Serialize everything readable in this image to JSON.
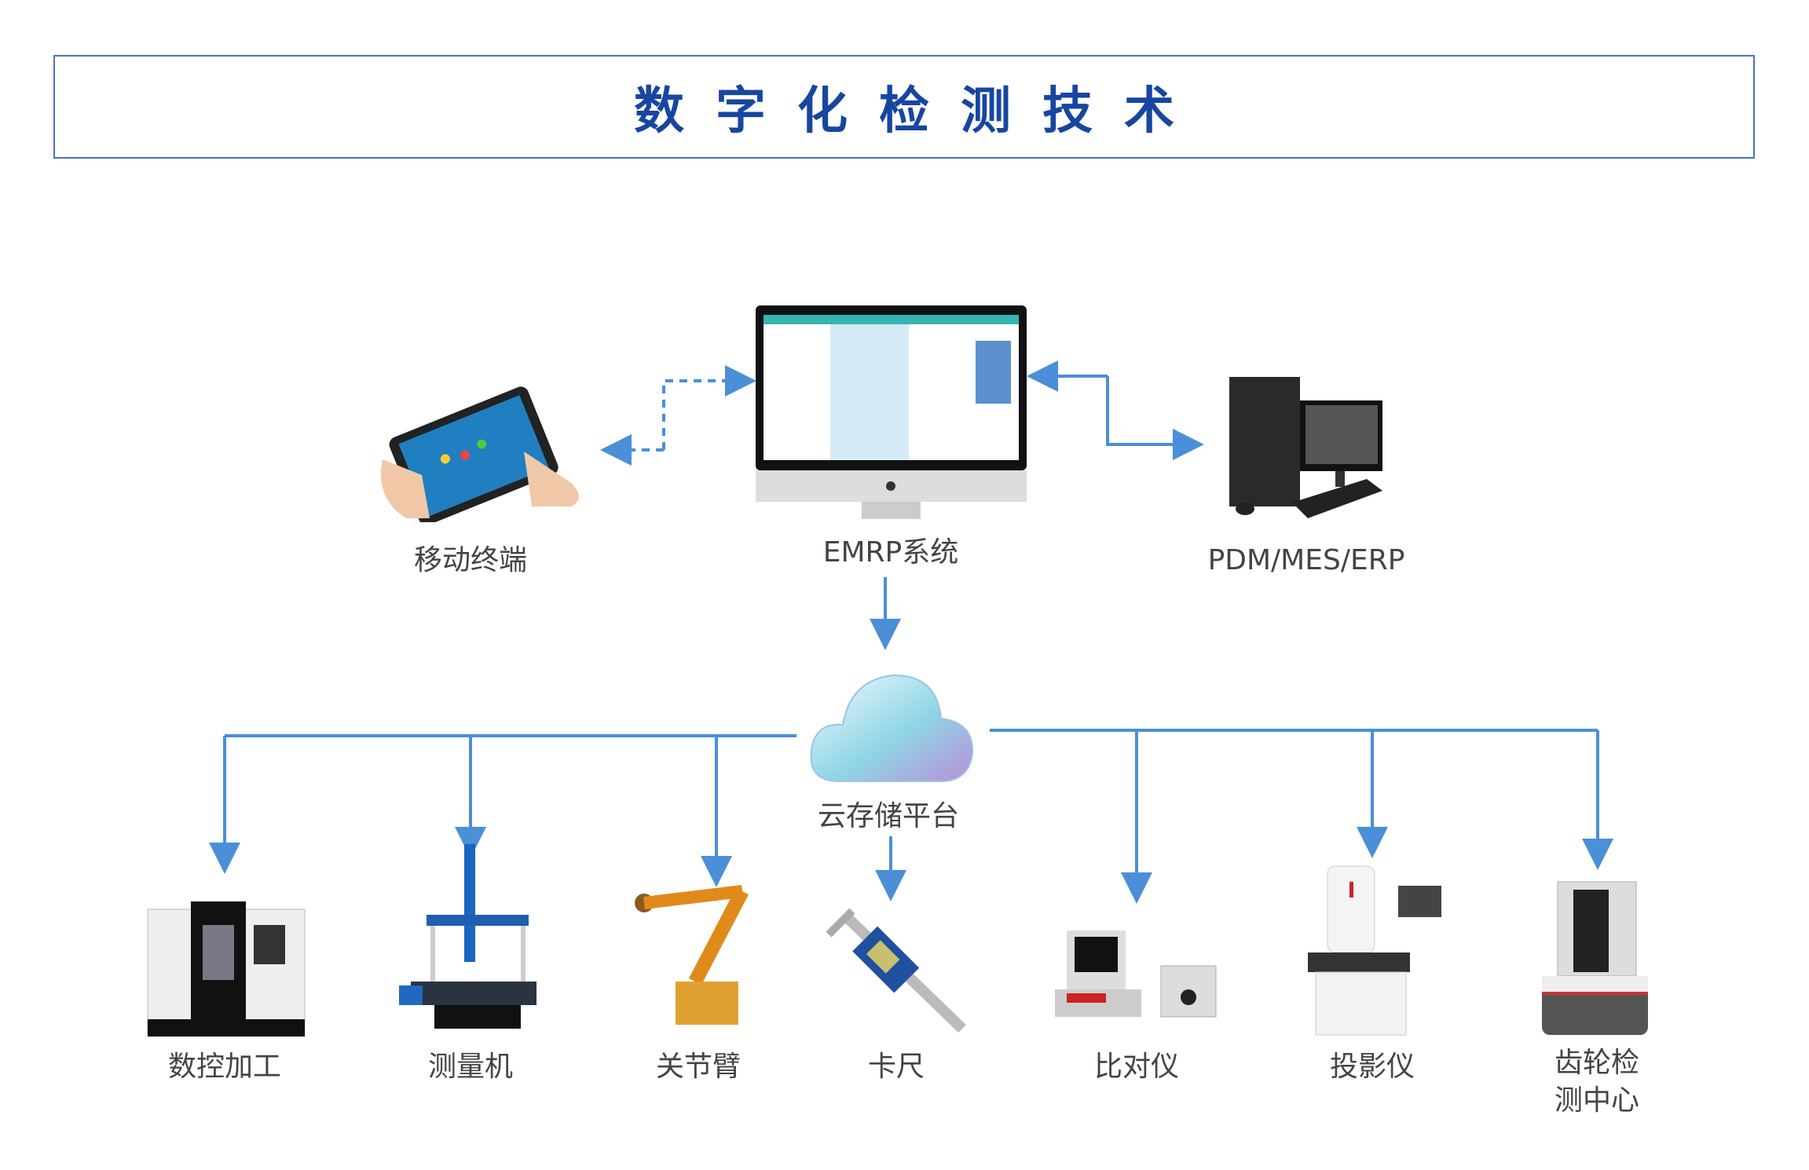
{
  "title": "数字化检测技术",
  "top_nodes": {
    "mobile": "移动终端",
    "emrp": "EMRP系统",
    "pdm": "PDM/MES/ERP"
  },
  "cloud": "云存储平台",
  "devices": [
    {
      "label": "数控加工"
    },
    {
      "label": "测量机"
    },
    {
      "label": "关节臂"
    },
    {
      "label": "卡尺"
    },
    {
      "label": "比对仪"
    },
    {
      "label": "投影仪"
    },
    {
      "label": "齿轮检",
      "label2": "测中心"
    }
  ],
  "colors": {
    "title": "#1746a2",
    "line": "#4a8fd8",
    "border": "#4a6fd0"
  }
}
